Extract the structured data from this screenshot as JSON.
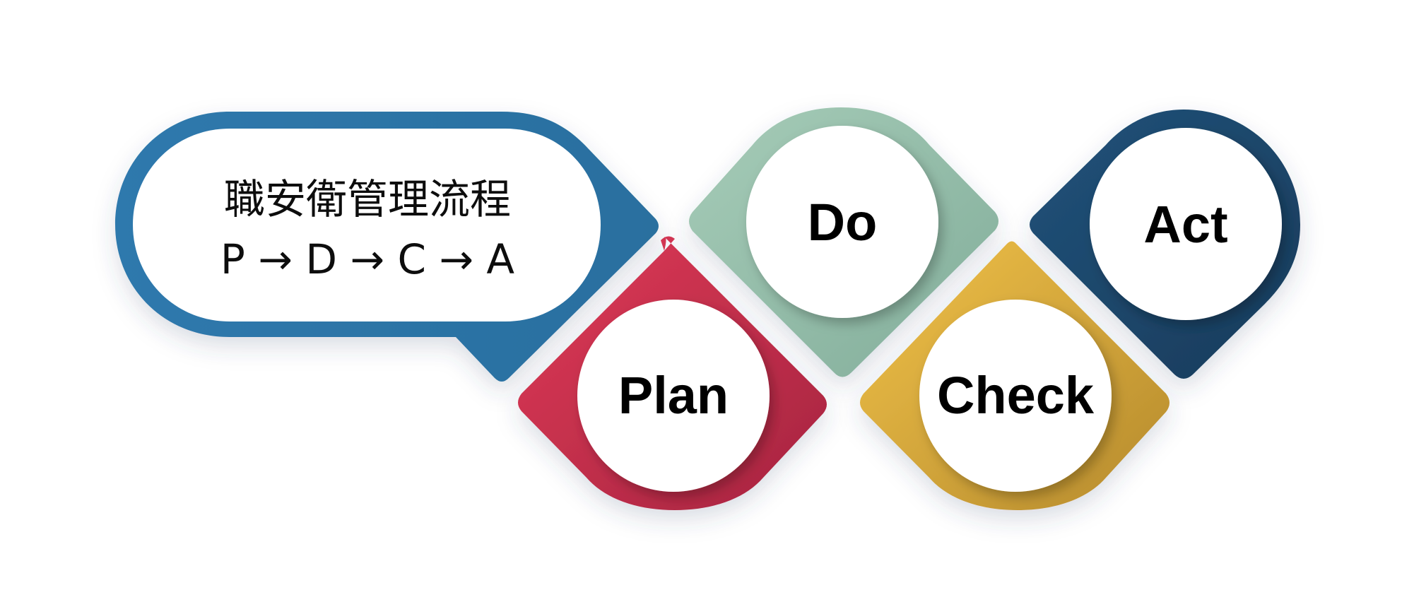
{
  "title": {
    "line1": "職安衛管理流程",
    "line2": "P → D → C → A"
  },
  "steps": [
    {
      "label": "Plan",
      "color": "#d63654",
      "shade": "#9e2340"
    },
    {
      "label": "Do",
      "color": "#a2c9b5",
      "shade": "#7aa693"
    },
    {
      "label": "Check",
      "color": "#efbf44",
      "shade": "#c8992e"
    },
    {
      "label": "Act",
      "color": "#1e4a6e",
      "shade": "#163a58"
    }
  ],
  "header_colors": {
    "main": "#2f79ad",
    "shade": "#245f8a"
  }
}
